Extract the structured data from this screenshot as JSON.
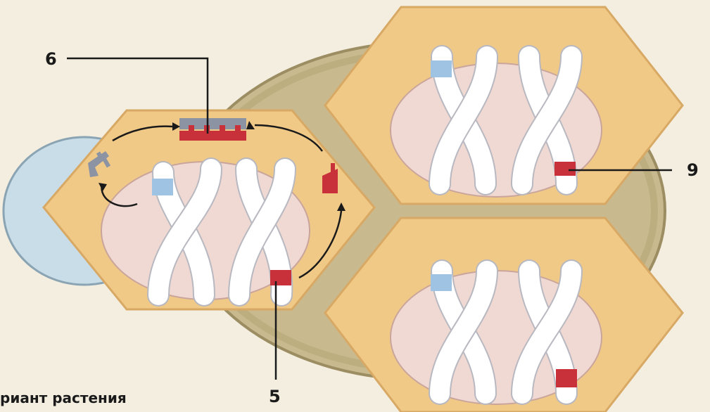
{
  "labels": {
    "label_6": "6",
    "label_5": "5",
    "label_9": "9"
  },
  "caption": "риант растения",
  "colors": {
    "background": "#f3eedf",
    "cell_body": "#c9b98e",
    "cell_body_dark": "#a99a6c",
    "cap_blue": "#c9dde8",
    "hexagon": "#f1c987",
    "hexagon_edge": "#d8a964",
    "nucleus": "#f1d9d3",
    "nucleus_edge": "#c9a59b",
    "chromosome": "#ffffff",
    "chromosome_edge": "#b8b8c0",
    "blue_band": "#9ec3e3",
    "red_band": "#c8303a",
    "gray_protein": "#8c93a3",
    "leader_line": "#1a1a1a"
  }
}
